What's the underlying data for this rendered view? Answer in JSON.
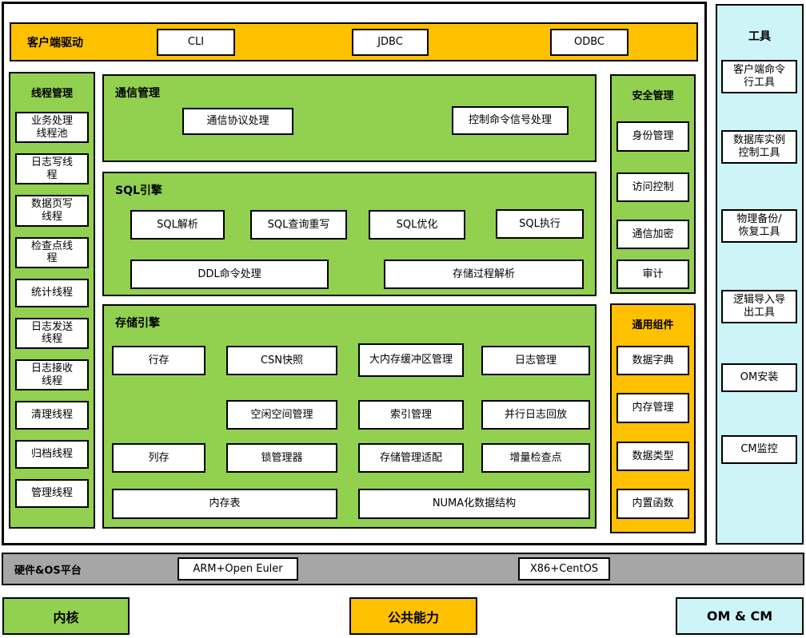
{
  "colors": {
    "green": "#92D050",
    "orange": "#FFC000",
    "cyan": "#CDF4F7",
    "gray": "#A6A6A6",
    "border": "#000000",
    "box_bg": "#FFFFFF"
  },
  "client_driver": {
    "title": "客户端驱动",
    "items": [
      "CLI",
      "JDBC",
      "ODBC"
    ]
  },
  "thread_mgmt": {
    "title": "线程管理",
    "items": [
      "业务处理线程池",
      "日志写线程",
      "数据页写线程",
      "检查点线程",
      "统计线程",
      "日志发送线程",
      "日志接收线程",
      "清理线程",
      "归档线程",
      "管理线程"
    ]
  },
  "comm_mgmt": {
    "title": "通信管理",
    "items": [
      "通信协议处理",
      "控制命令信号处理"
    ]
  },
  "sql_engine": {
    "title": "SQL引擎",
    "row1": [
      "SQL解析",
      "SQL查询重写",
      "SQL优化",
      "SQL执行"
    ],
    "row2": [
      "DDL命令处理",
      "存储过程解析"
    ]
  },
  "storage_engine": {
    "title": "存储引擎",
    "row1": [
      "行存",
      "CSN快照",
      "大内存缓冲区管理",
      "日志管理"
    ],
    "row2": [
      "空闲空间管理",
      "索引管理",
      "并行日志回放"
    ],
    "row3": [
      "列存",
      "锁管理器",
      "存储管理适配",
      "增量检查点"
    ],
    "row4": [
      "内存表",
      "NUMA化数据结构"
    ]
  },
  "security_mgmt": {
    "title": "安全管理",
    "items": [
      "身份管理",
      "访问控制",
      "通信加密",
      "审计"
    ]
  },
  "common_components": {
    "title": "通用组件",
    "items": [
      "数据字典",
      "内存管理",
      "数据类型",
      "内置函数"
    ]
  },
  "tools": {
    "title": "工具",
    "items": [
      "客户端命令行工具",
      "数据库实例控制工具",
      "物理备份/恢复工具",
      "逻辑导入导出工具",
      "OM安装",
      "CM监控"
    ]
  },
  "platform": {
    "title": "硬件&OS平台",
    "items": [
      "ARM+Open Euler",
      "X86+CentOS"
    ]
  },
  "legend": {
    "kernel": "内核",
    "common": "公共能力",
    "omcm": "OM & CM"
  }
}
